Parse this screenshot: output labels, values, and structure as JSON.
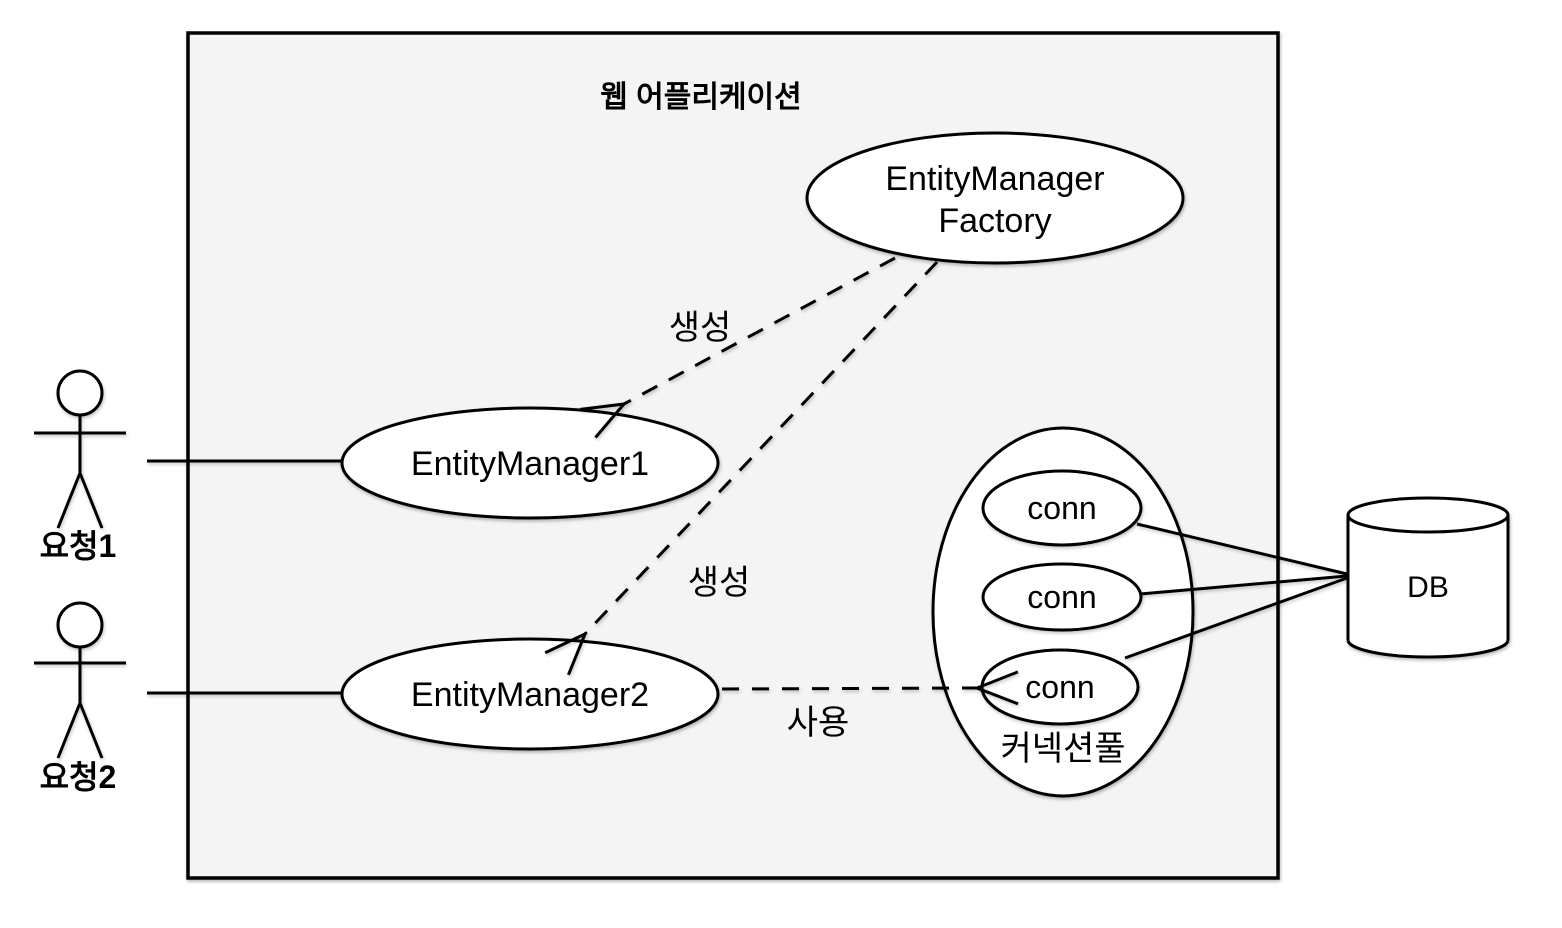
{
  "colors": {
    "page-bg": "#ffffff",
    "boundary-fill": "#f4f4f4",
    "shape-fill": "#ffffff",
    "stroke": "#000000",
    "text": "#000000"
  },
  "boundary": {
    "title": "웹 어플리케이션"
  },
  "nodes": {
    "factory": {
      "line1": "EntityManager",
      "line2": "Factory"
    },
    "em1": {
      "label": "EntityManager1"
    },
    "em2": {
      "label": "EntityManager2"
    },
    "pool": {
      "label": "커넥션풀",
      "conn1": "conn",
      "conn2": "conn",
      "conn3": "conn"
    },
    "db": {
      "label": "DB"
    }
  },
  "actors": {
    "actor1": {
      "label": "요청1"
    },
    "actor2": {
      "label": "요청2"
    }
  },
  "edges": {
    "create_em1": "생성",
    "create_em2": "생성",
    "use": "사용"
  }
}
